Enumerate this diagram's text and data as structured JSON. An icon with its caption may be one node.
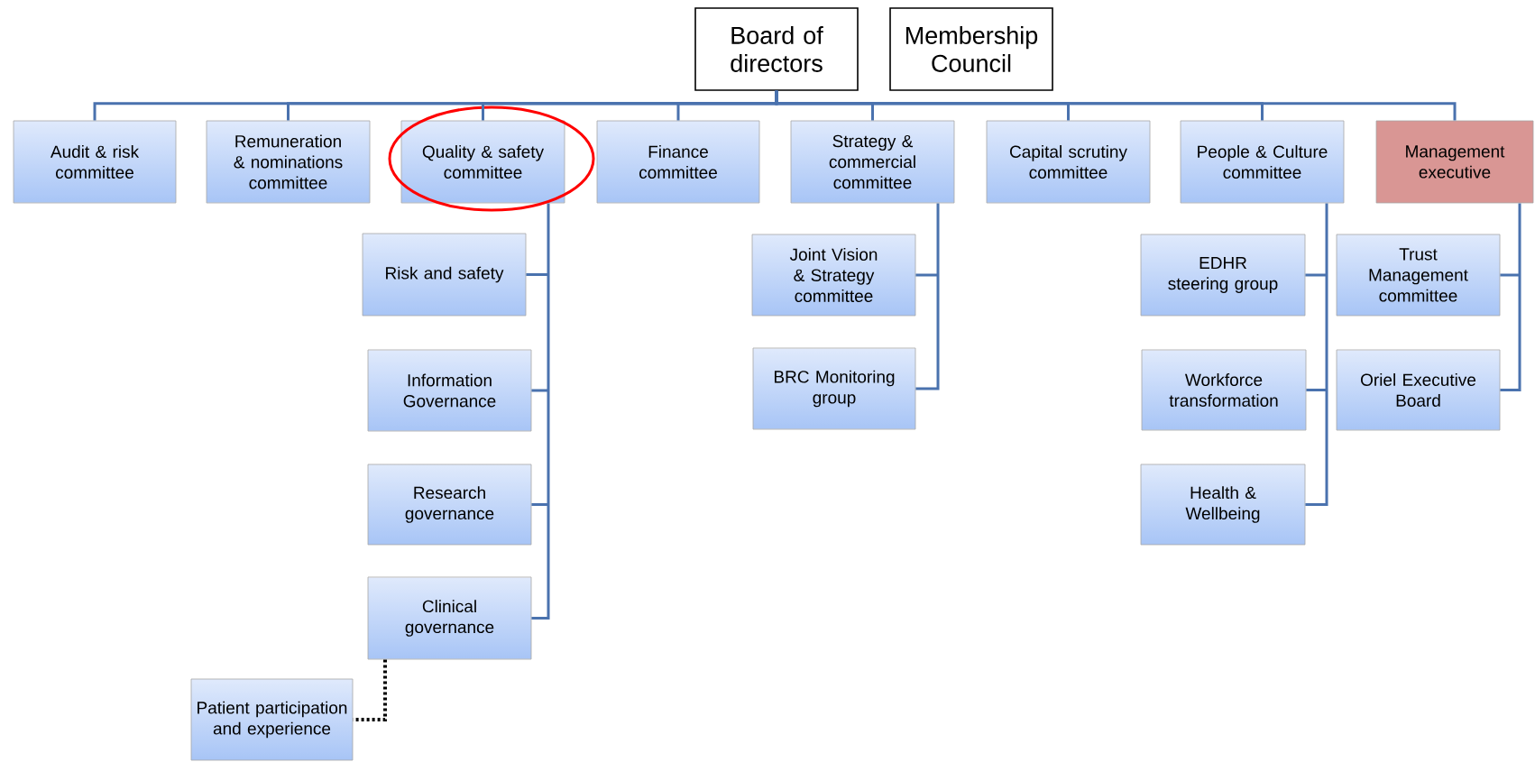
{
  "diagram": {
    "nodes": [
      {
        "text": [
          "Board of directors"
        ]
      },
      {
        "text": [
          "Membership Council"
        ]
      },
      {
        "text": [
          "Audit & risk committee"
        ]
      },
      {
        "text": [
          "Remuneration & nominations committee"
        ]
      },
      {
        "text": [
          "Quality & safety committee"
        ]
      },
      {
        "text": [
          "Finance committee"
        ]
      },
      {
        "text": [
          "Strategy & commercial committee"
        ]
      },
      {
        "text": [
          "Capital scrutiny committee"
        ]
      },
      {
        "text": [
          "People & Culture committee"
        ]
      },
      {
        "text": [
          "Management executive"
        ]
      },
      {
        "text": [
          "Risk and safety"
        ]
      },
      {
        "text": [
          "Information Governance"
        ]
      },
      {
        "text": [
          "Research governance"
        ]
      },
      {
        "text": [
          "Clinical governance"
        ]
      },
      {
        "text": [
          "Patient participation and experience"
        ]
      },
      {
        "text": [
          "Joint Vision & Strategy committee"
        ]
      },
      {
        "text": [
          "BRC Monitoring group"
        ]
      },
      {
        "text": [
          "EDHR steering group"
        ]
      },
      {
        "text": [
          "Workforce transformation"
        ]
      },
      {
        "text": [
          "Health & Wellbeing"
        ]
      },
      {
        "text": [
          "Trust Management committee"
        ]
      },
      {
        "text": [
          "Oriel Executive Board"
        ]
      }
    ],
    "edges": [
      {
        "from": 0,
        "to": 2,
        "arrow": "none"
      },
      {
        "from": 0,
        "to": 3,
        "arrow": "none"
      },
      {
        "from": 0,
        "to": 4,
        "arrow": "none"
      },
      {
        "from": 0,
        "to": 5,
        "arrow": "none"
      },
      {
        "from": 0,
        "to": 6,
        "arrow": "none"
      },
      {
        "from": 0,
        "to": 7,
        "arrow": "none"
      },
      {
        "from": 0,
        "to": 8,
        "arrow": "none"
      },
      {
        "from": 0,
        "to": 9,
        "arrow": "none"
      },
      {
        "from": 4,
        "to": 10,
        "arrow": "none"
      },
      {
        "from": 4,
        "to": 11,
        "arrow": "none"
      },
      {
        "from": 4,
        "to": 12,
        "arrow": "none"
      },
      {
        "from": 4,
        "to": 13,
        "arrow": "none"
      },
      {
        "from": 13,
        "to": 14,
        "arrow": "none",
        "style": "dashed",
        "color": "#000000"
      },
      {
        "from": 6,
        "to": 15,
        "arrow": "none"
      },
      {
        "from": 6,
        "to": 16,
        "arrow": "none"
      },
      {
        "from": 8,
        "to": 17,
        "arrow": "none"
      },
      {
        "from": 8,
        "to": 18,
        "arrow": "none"
      },
      {
        "from": 8,
        "to": 19,
        "arrow": "none"
      },
      {
        "from": 9,
        "to": 20,
        "arrow": "none"
      },
      {
        "from": 9,
        "to": 21,
        "arrow": "none"
      }
    ]
  }
}
